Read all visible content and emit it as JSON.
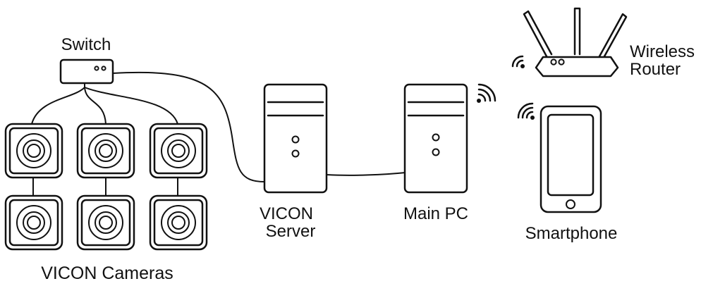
{
  "labels": {
    "switch": "Switch",
    "cameras": "VICON Cameras",
    "server_line1": "VICON",
    "server_line2": "Server",
    "main_pc": "Main PC",
    "router_line1": "Wireless",
    "router_line2": "Router",
    "smartphone": "Smartphone"
  },
  "icons": {
    "switch": "network-switch-icon",
    "camera": "camera-icon",
    "server": "server-tower-icon",
    "pc": "pc-tower-icon",
    "router": "wireless-router-icon",
    "phone": "smartphone-icon",
    "wifi": "wifi-signal-icon"
  },
  "colors": {
    "ink": "#111111",
    "background": "#ffffff"
  }
}
